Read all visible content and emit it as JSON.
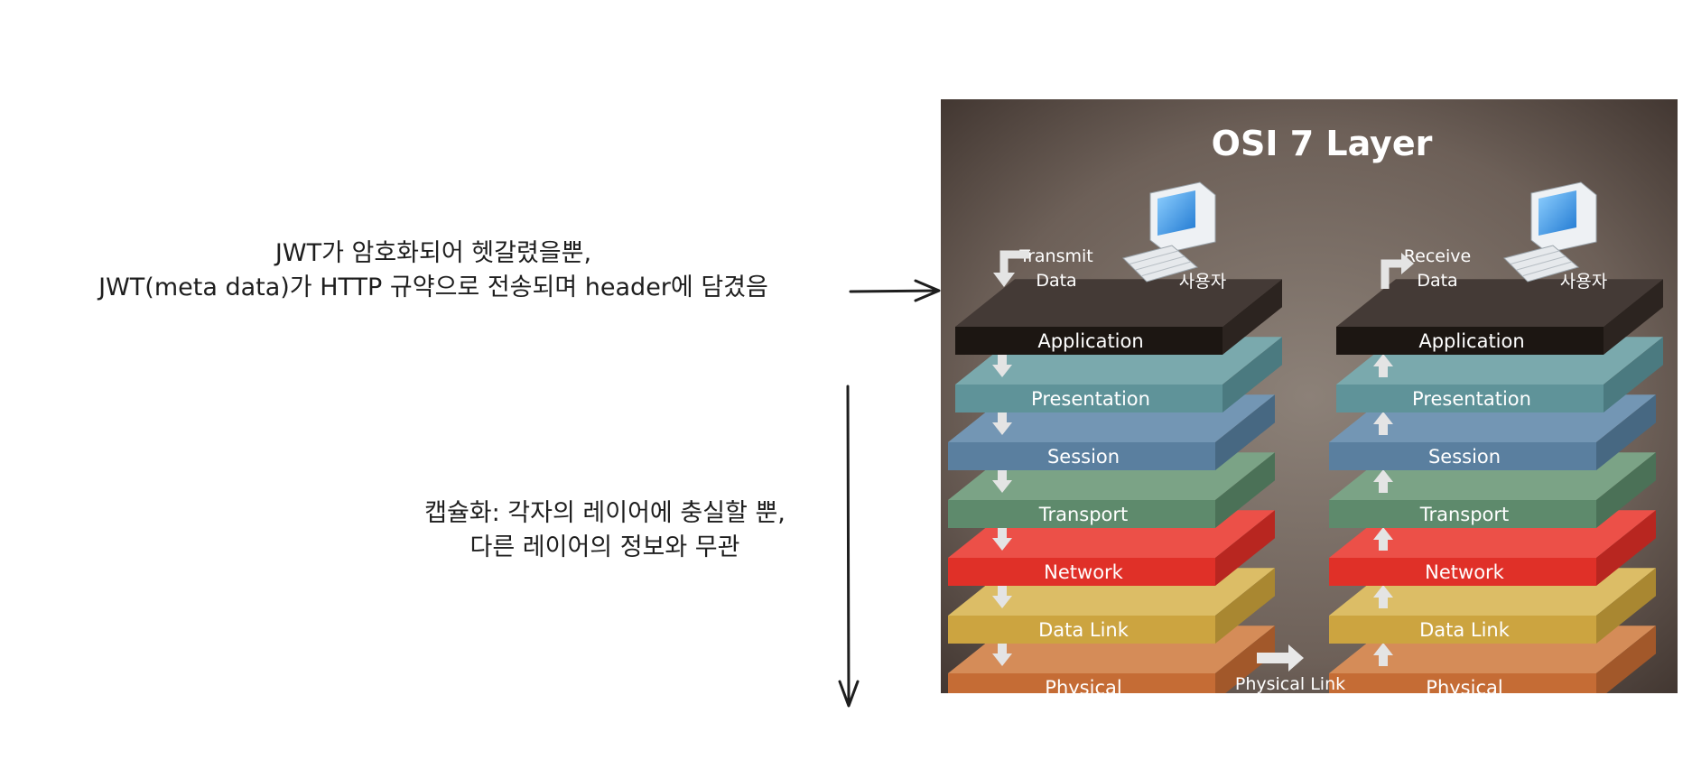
{
  "notes": {
    "jwt_line1": "JWT가 암호화되어 헷갈렸을뿐,",
    "jwt_line2": "JWT(meta data)가 HTTP 규약으로 전송되며 header에 담겼음",
    "encap_line1": "캡슐화: 각자의 레이어에 충실할 뿐,",
    "encap_line2": "다른 레이어의 정보와 무관"
  },
  "figure": {
    "title": "OSI 7 Layer",
    "sender": {
      "action_line1": "Transmit",
      "action_line2": "Data",
      "user_label": "사용자",
      "arrow_direction": "down"
    },
    "receiver": {
      "action_line1": "Receive",
      "action_line2": "Data",
      "user_label": "사용자",
      "arrow_direction": "up"
    },
    "physical_link": "Physical Link",
    "layers": [
      {
        "name": "Application",
        "front": "#1c1612",
        "top": "#443a36",
        "side": "#2c2420"
      },
      {
        "name": "Presentation",
        "front": "#5f9399",
        "top": "#7aa9ad",
        "side": "#4b7a80"
      },
      {
        "name": "Session",
        "front": "#5a7f9f",
        "top": "#7396b4",
        "side": "#476882"
      },
      {
        "name": "Transport",
        "front": "#5e8a6c",
        "top": "#7ba386",
        "side": "#4b7157"
      },
      {
        "name": "Network",
        "front": "#e03028",
        "top": "#ec5048",
        "side": "#b82620"
      },
      {
        "name": "Data Link",
        "front": "#cca440",
        "top": "#dcbd66",
        "side": "#a98731"
      },
      {
        "name": "Physical",
        "front": "#c56c35",
        "top": "#d58c58",
        "side": "#a2582a"
      }
    ]
  }
}
